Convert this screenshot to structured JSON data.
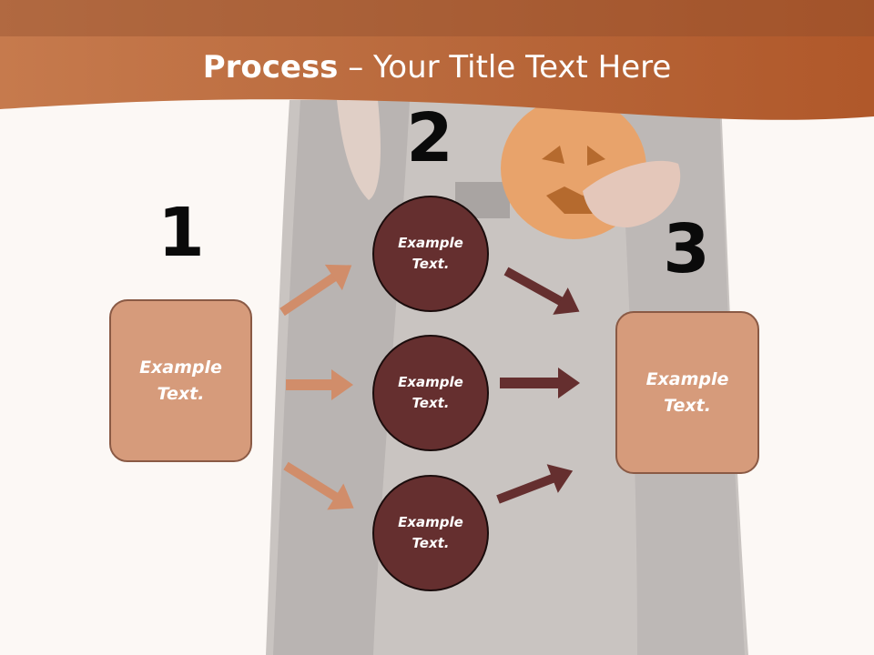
{
  "title": {
    "bold": "Process",
    "rest": " – Your Title Text Here"
  },
  "colors": {
    "header": "#c0703e",
    "box_fill": "#d69b7b",
    "circle_fill": "#652f2f",
    "arrow_light": "#d18d6a",
    "arrow_dark": "#652f2f"
  },
  "steps": {
    "one": {
      "number": "1",
      "text_line1": "Example",
      "text_line2": "Text."
    },
    "two": {
      "number": "2",
      "circles": [
        {
          "text_line1": "Example",
          "text_line2": "Text."
        },
        {
          "text_line1": "Example",
          "text_line2": "Text."
        },
        {
          "text_line1": "Example",
          "text_line2": "Text."
        }
      ]
    },
    "three": {
      "number": "3",
      "text_line1": "Example",
      "text_line2": "Text."
    }
  }
}
